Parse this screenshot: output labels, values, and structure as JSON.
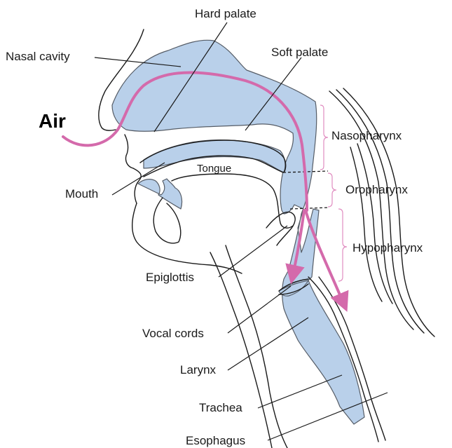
{
  "colors": {
    "airway_fill": "#b9d0ea",
    "airflow": "#d46aab",
    "brace": "#e08cc0"
  },
  "labels": {
    "air": "Air",
    "hard_palate": "Hard palate",
    "nasal_cavity": "Nasal cavity",
    "soft_palate": "Soft palate",
    "nasopharynx": "Nasopharynx",
    "tongue": "Tongue",
    "oropharynx": "Oropharynx",
    "mouth": "Mouth",
    "hypopharynx": "Hypopharynx",
    "epiglottis": "Epiglottis",
    "vocal_cords": "Vocal cords",
    "larynx": "Larynx",
    "trachea": "Trachea",
    "esophagus": "Esophagus"
  }
}
